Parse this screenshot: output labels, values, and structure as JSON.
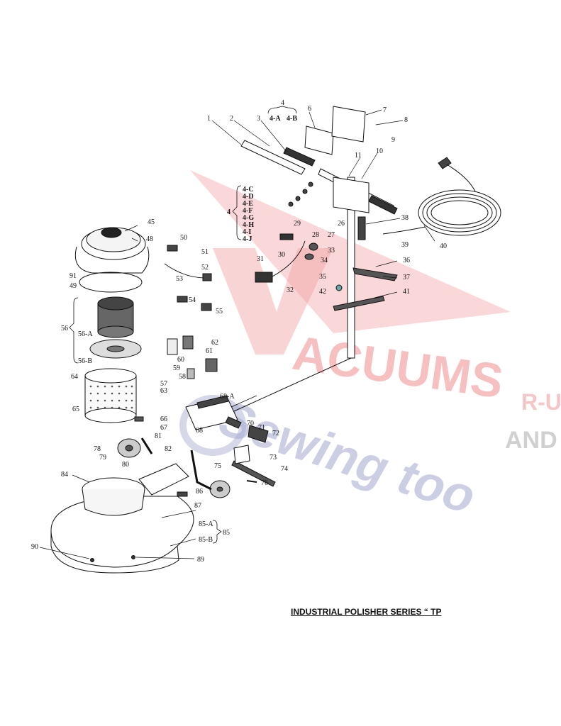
{
  "labels": {
    "4": "4",
    "4-A": "4-A",
    "4-B": "4-B",
    "1": "1",
    "2": "2",
    "3": "3",
    "6": "6",
    "7": "7",
    "8": "8",
    "9": "9",
    "10": "10",
    "11": "11",
    "4-C": "4-C",
    "4-D": "4-D",
    "4-E": "4-E",
    "4-F": "4-F",
    "4-G": "4-G",
    "4-H": "4-H",
    "4-I": "4-I",
    "4-J": "4-J",
    "26": "26",
    "27": "27",
    "28": "28",
    "29": "29",
    "30": "30",
    "31": "31",
    "32": "32",
    "33": "33",
    "34": "34",
    "35": "35",
    "36": "36",
    "37": "37",
    "38": "38",
    "39": "39",
    "40": "40",
    "41": "41",
    "42": "42",
    "45": "45",
    "48": "48",
    "91": "91",
    "49": "49",
    "50": "50",
    "51": "51",
    "52": "52",
    "53": "53",
    "54": "54",
    "55": "55",
    "56": "56",
    "56-A": "56-A",
    "56-B": "56-B",
    "57": "57",
    "58": "58",
    "59": "59",
    "60": "60",
    "61": "61",
    "62": "62",
    "63": "63",
    "64": "64",
    "65": "65",
    "66": "66",
    "67": "67",
    "68": "68",
    "68-A": "68-A",
    "70": "70",
    "71": "71",
    "72": "72",
    "73": "73",
    "74": "74",
    "75": "75",
    "76": "76",
    "78": "78",
    "79": "79",
    "80": "80",
    "81": "81",
    "82": "82",
    "84": "84",
    "85": "85",
    "85-A": "85-A",
    "85-B": "85-B",
    "86": "86",
    "87": "87",
    "89": "89",
    "90": "90"
  },
  "watermark": {
    "line1": "ACUUMS",
    "line2": "Sewing too",
    "line3": "R-U",
    "line4": "AND",
    "brand_color": "#e8787a",
    "accent_color": "#9fa3c9",
    "grey_color": "#b7b7b7"
  },
  "caption": "INDUSTRIAL POLISHER SERIES “ TP"
}
